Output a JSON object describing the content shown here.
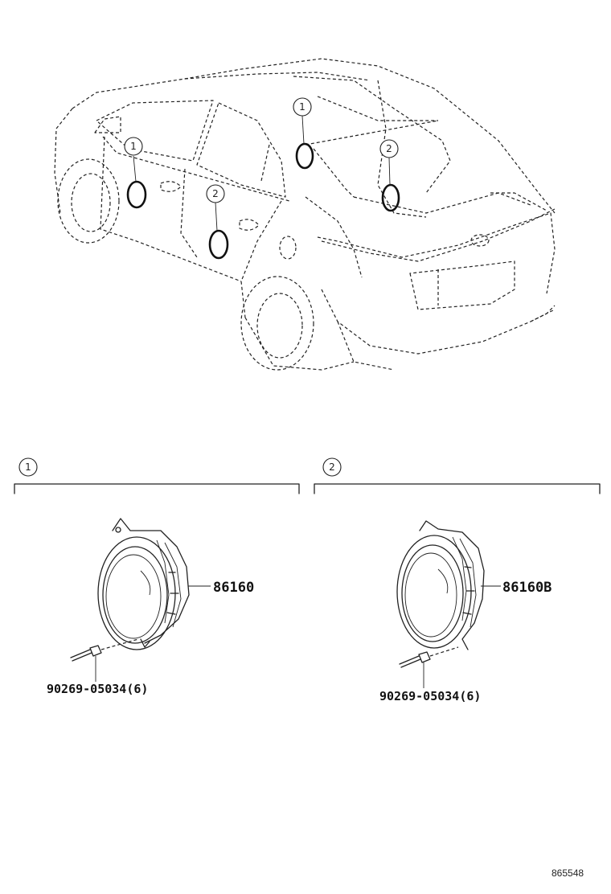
{
  "vehicle_callouts": {
    "front_door_left": "1",
    "rear_door_left": "2",
    "front_door_right": "1",
    "rear_door_right": "2"
  },
  "sections": [
    {
      "callout": "1",
      "part_number": "86160",
      "bolt_part_number": "90269-05034(6)"
    },
    {
      "callout": "2",
      "part_number": "86160B",
      "bolt_part_number": "90269-05034(6)"
    }
  ],
  "diagram_id": "865548"
}
